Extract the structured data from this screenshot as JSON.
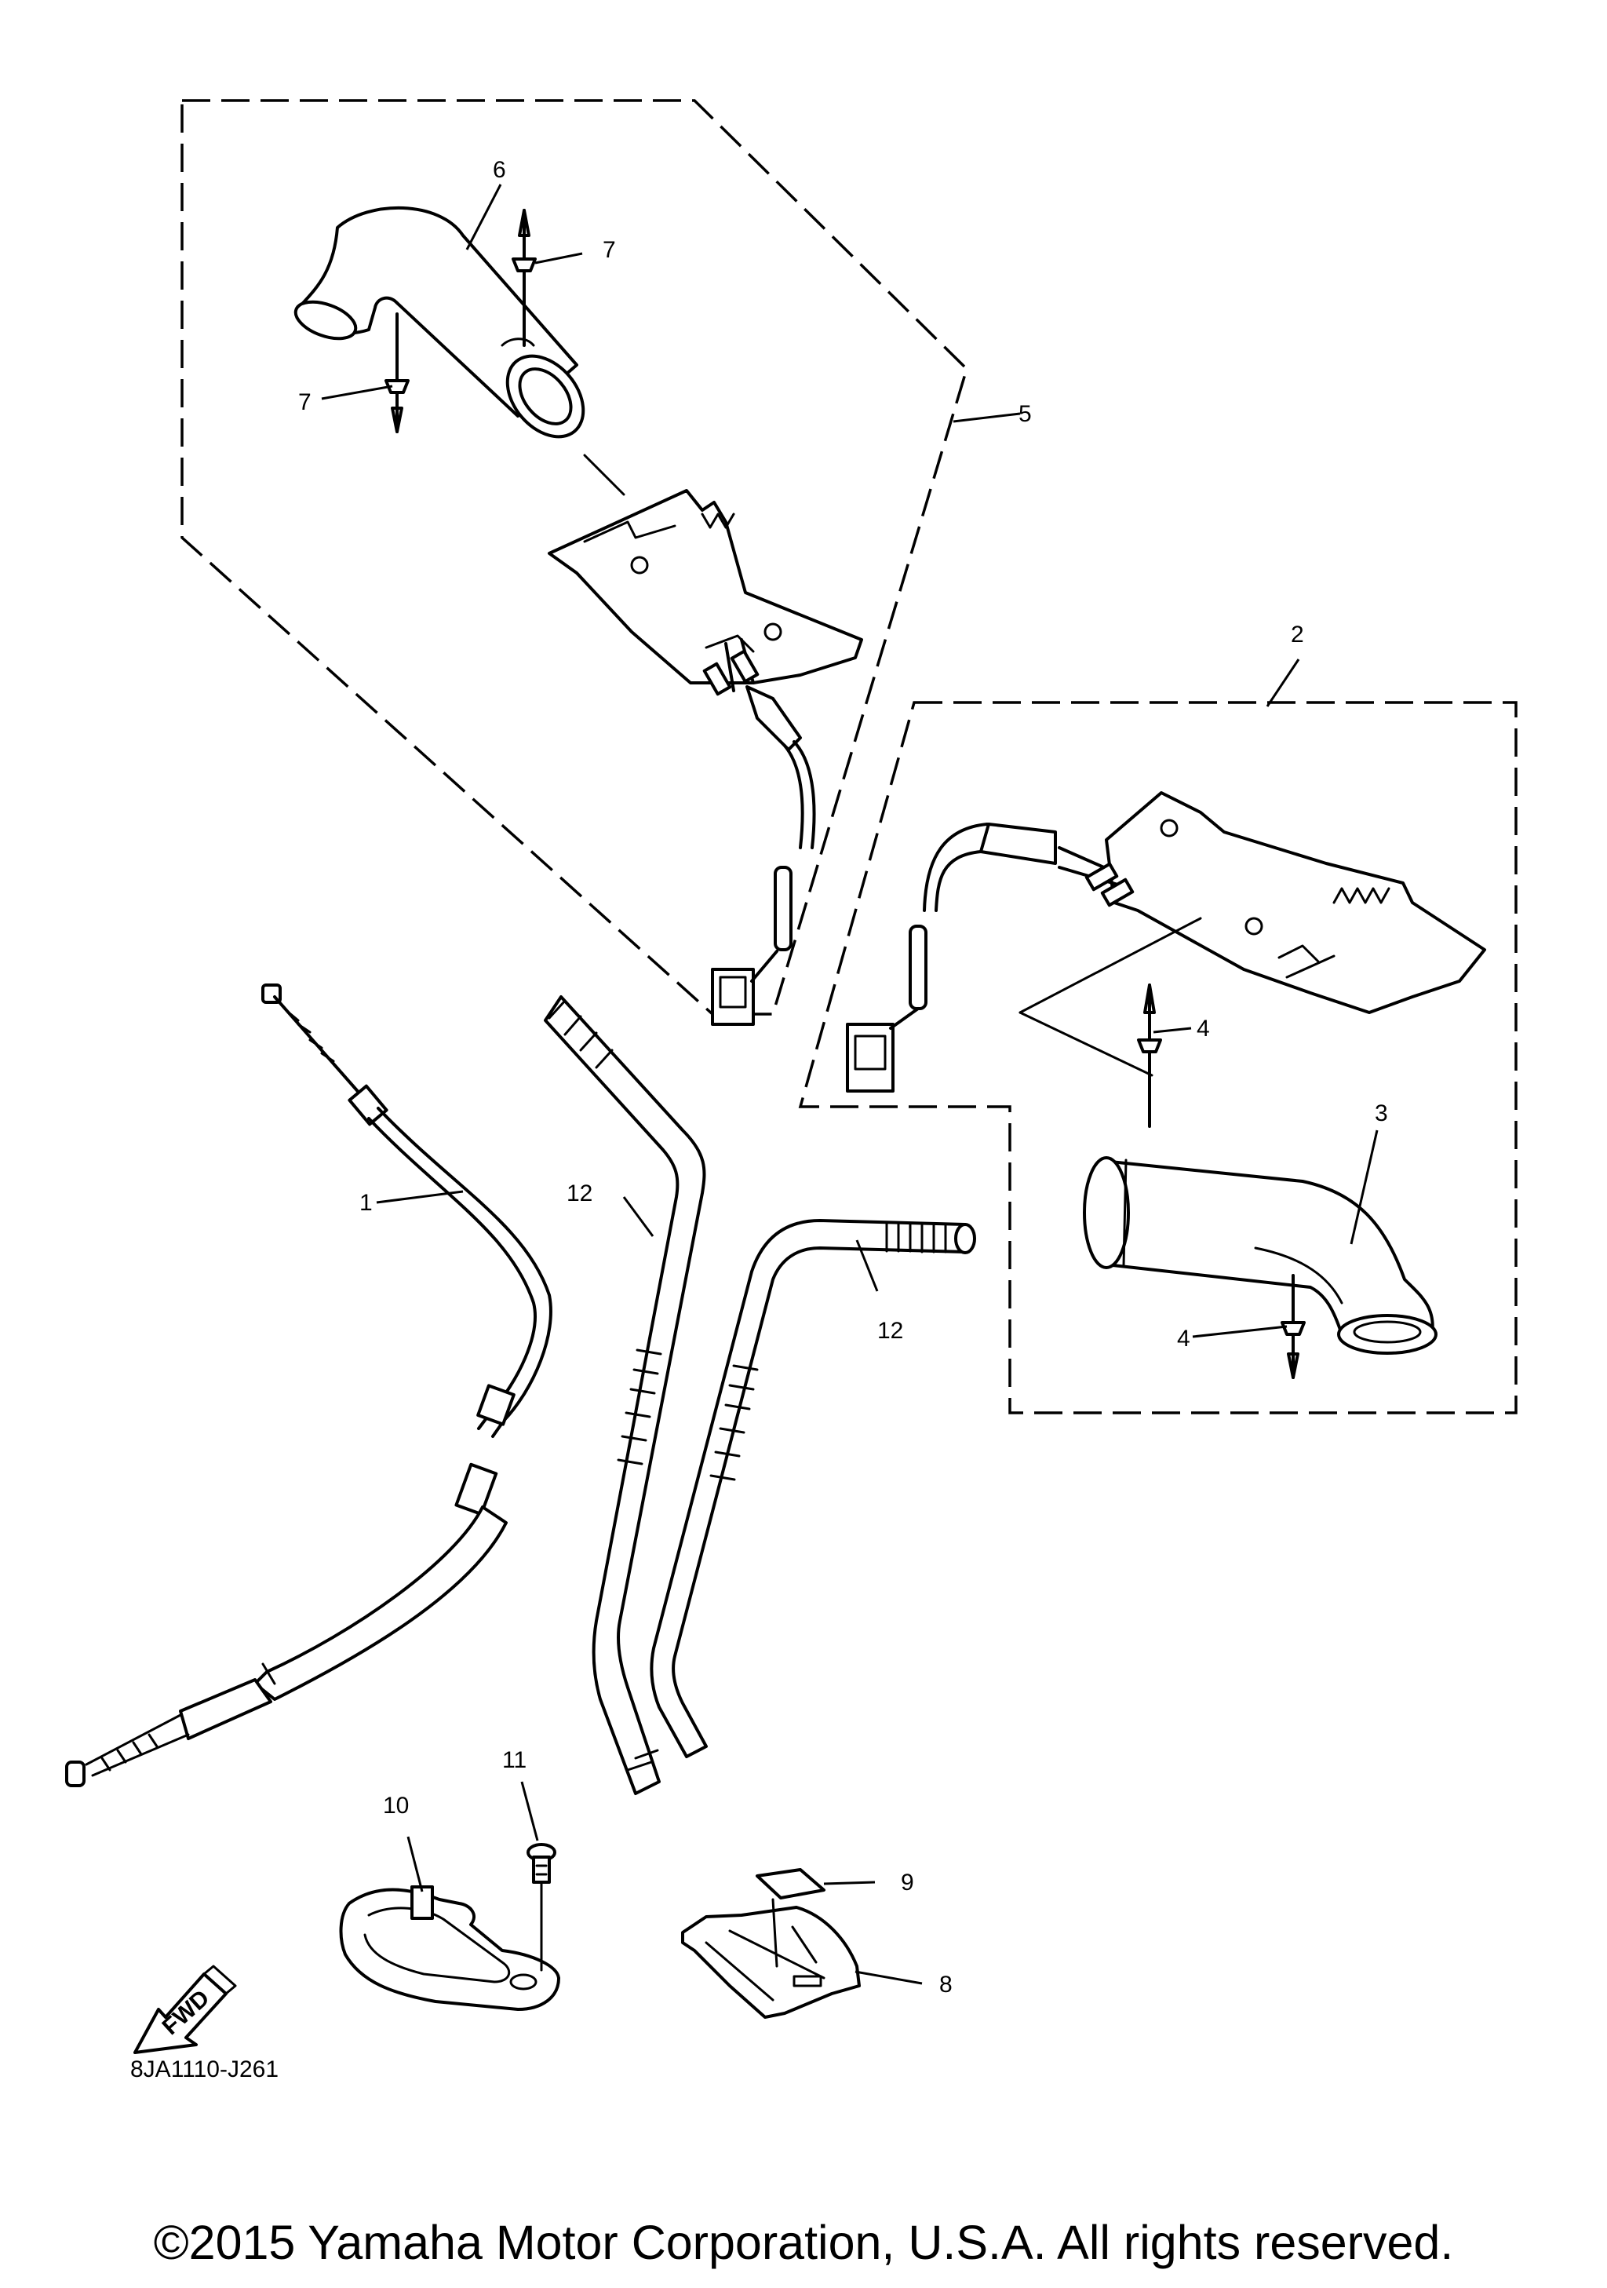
{
  "callouts": {
    "c1": "1",
    "c2": "2",
    "c3": "3",
    "c4a": "4",
    "c4b": "4",
    "c5": "5",
    "c6": "6",
    "c7a": "7",
    "c7b": "7",
    "c8": "8",
    "c9": "9",
    "c10": "10",
    "c11": "11",
    "c12a": "12",
    "c12b": "12"
  },
  "fwd_label": "FWD",
  "diagram_code": "8JA1110-J261",
  "copyright": "©2015 Yamaha Motor Corporation, U.S.A. All rights reserved."
}
